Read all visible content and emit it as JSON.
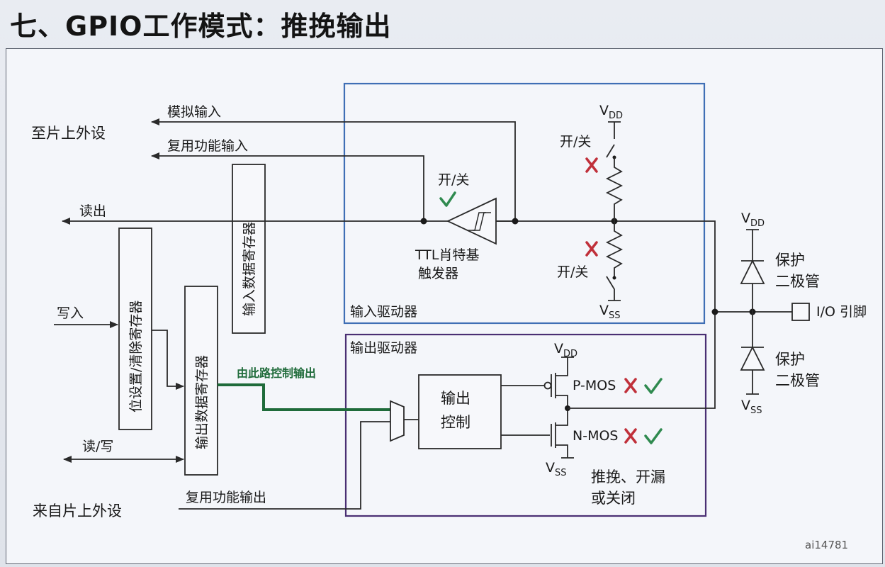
{
  "title": "七、GPIO工作模式：推挽输出",
  "labels": {
    "to_peripheral": "至片上外设",
    "analog_input": "模拟输入",
    "alt_func_input": "复用功能输入",
    "read_out": "读出",
    "write_in": "写入",
    "read_write": "读/写",
    "from_peripheral": "来自片上外设",
    "alt_func_output": "复用功能输出",
    "input_data_reg": "输入数据寄存器",
    "bit_set_reset_reg": "位设置/清除寄存器",
    "output_data_reg": "输出数据寄存器",
    "control_path_note": "由此路控制输出",
    "switch_on_off": "开/关",
    "ttl_line1": "TTL肖特基",
    "ttl_line2": "触发器",
    "input_driver": "输入驱动器",
    "output_driver": "输出驱动器",
    "output_control_line1": "输出",
    "output_control_line2": "控制",
    "vdd": "V",
    "vdd_sub": "DD",
    "vss": "V",
    "vss_sub": "SS",
    "pmos": "P-MOS",
    "nmos": "N-MOS",
    "mode_line1": "推挽、开漏",
    "mode_line2": "或关闭",
    "protect_line1": "保护",
    "protect_line2": "二极管",
    "io_pin": "I/O 引脚",
    "figure_id": "ai14781"
  },
  "colors": {
    "input_driver_border": "#3f6fb5",
    "output_driver_border": "#4a2f73",
    "control_path": "#1f6b3a",
    "check": "#2f8a4f",
    "cross": "#c0303a"
  },
  "marks": {
    "ttl_switch": "check",
    "pull_up": "cross",
    "pull_down": "cross",
    "pmos": [
      "cross",
      "check"
    ],
    "nmos": [
      "cross",
      "check"
    ]
  }
}
